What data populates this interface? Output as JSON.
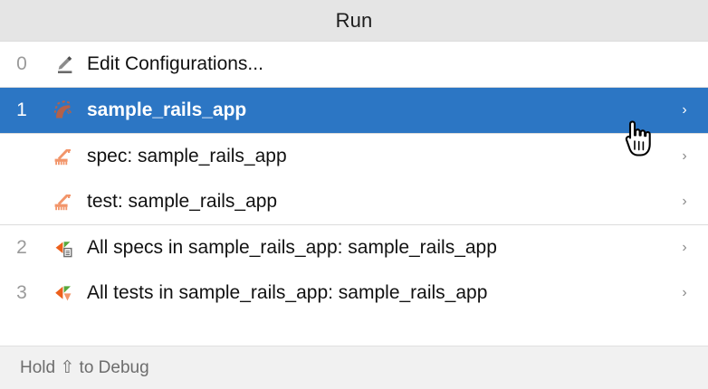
{
  "window": {
    "title": "Run"
  },
  "colors": {
    "selection_blue": "#2c76c4",
    "header_gray": "#e5e5e5",
    "footer_gray": "#f1f1f1",
    "rails_red": "#b3614a",
    "rake_orange": "#f2956a",
    "icon_orange": "#ec601c",
    "icon_green": "#56a83c",
    "text_dark": "#111111",
    "text_muted": "#9a9a9a",
    "separator": "#dcdcdc"
  },
  "list": {
    "items": [
      {
        "number": "0",
        "icon": "pencil-icon",
        "label": "Edit Configurations...",
        "chevron": "",
        "selected": false
      },
      {
        "number": "1",
        "icon": "rails-logo-icon",
        "label": "sample_rails_app",
        "chevron": "›",
        "selected": true
      },
      {
        "number": "",
        "icon": "rake-icon",
        "label": "spec: sample_rails_app",
        "chevron": "›",
        "selected": false
      },
      {
        "number": "",
        "icon": "rake-icon",
        "label": "test: sample_rails_app",
        "chevron": "›",
        "selected": false
      },
      {
        "number": "2",
        "icon": "run-all-specs-icon",
        "label": "All specs in sample_rails_app: sample_rails_app",
        "chevron": "›",
        "selected": false
      },
      {
        "number": "3",
        "icon": "run-all-tests-icon",
        "label": "All tests in sample_rails_app: sample_rails_app",
        "chevron": "›",
        "selected": false
      }
    ]
  },
  "footer": {
    "hint_prefix": "Hold",
    "hint_key": "⇧",
    "hint_suffix": "to Debug",
    "hint_full": "Hold ⇧ to Debug"
  },
  "cursor": {
    "icon": "hand-pointer-cursor"
  }
}
